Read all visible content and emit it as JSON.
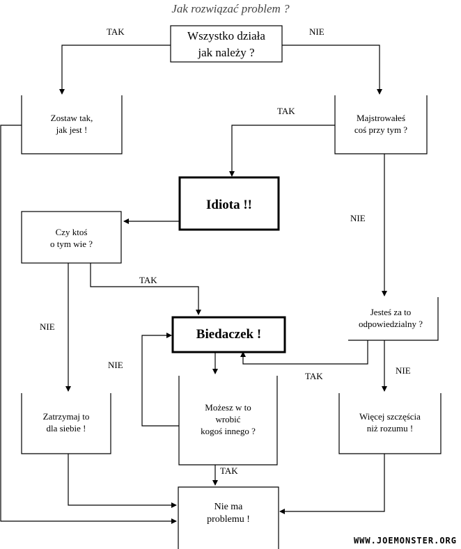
{
  "title": "Jak rozwiązać problem ?",
  "nodes": {
    "start": "Wszystko działa\njak należy ?",
    "leave": "Zostaw tak,\njak jest !",
    "tinkered": "Majstrowałeś\ncoś przy tym ?",
    "idiot": "Idiota !!",
    "someone_knows": "Czy ktoś\no tym wie ?",
    "responsible": "Jesteś za to\nodpowiedzialny ?",
    "poor": "Biedaczek !",
    "keep": "Zatrzymaj to\ndla siebie !",
    "blame": "Możesz w to\nwrobić\nkogoś innego ?",
    "luck": "Więcej szczęścia\nniż rozumu !",
    "no_problem": "Nie ma\nproblemu !"
  },
  "labels": {
    "yes": "TAK",
    "no": "NIE"
  },
  "watermark": "WWW.JOEMONSTER.ORG"
}
